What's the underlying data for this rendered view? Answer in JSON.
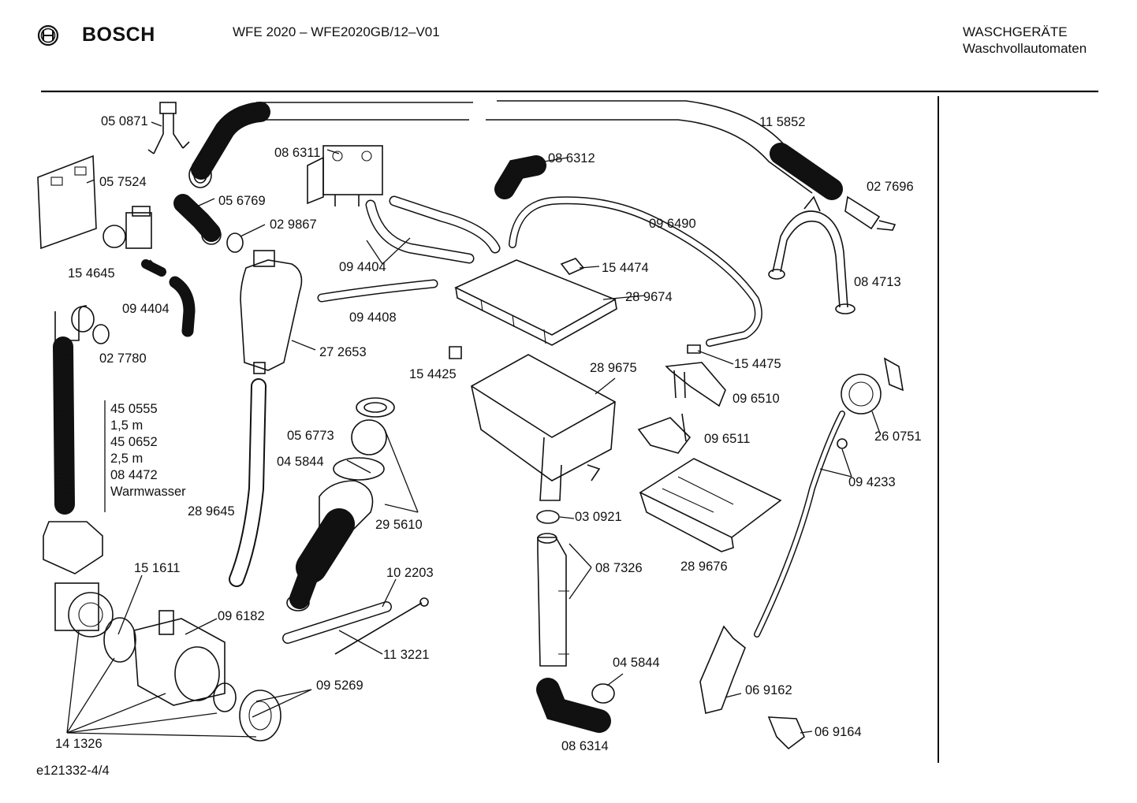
{
  "header": {
    "brand": "BOSCH",
    "model": "WFE 2020 – WFE2020GB/12–V01",
    "category": "WASCHGERÄTE",
    "subcategory": "Waschvollautomaten"
  },
  "footer": {
    "drawing_id": "e121332-4/4"
  },
  "parts": {
    "p050871": "05 0871",
    "p057524": "05 7524",
    "p154645": "15 4645",
    "p094404a": "09 4404",
    "p027780": "02 7780",
    "p450555": "45 0555",
    "p15m": "1,5 m",
    "p450652": "45 0652",
    "p25m": "2,5 m",
    "p084472": "08 4472",
    "pwarm": "Warmwasser",
    "p151611": "15 1611",
    "p141326": "14 1326",
    "p086311": "08 6311",
    "p056769": "05 6769",
    "p029867": "02 9867",
    "p094404b": "09 4404",
    "p094408": "09 4408",
    "p272653": "27 2653",
    "p289645": "28 9645",
    "p056773": "05 6773",
    "p045844a": "04 5844",
    "p295610": "29 5610",
    "p096182": "09 6182",
    "p095269": "09 5269",
    "p102203": "10 2203",
    "p113221": "11 3221",
    "p086312": "08 6312",
    "p115852": "11 5852",
    "p096490": "09 6490",
    "p154474": "15 4474",
    "p289674": "28 9674",
    "p154425": "15 4425",
    "p289675": "28 9675",
    "p030921": "03 0921",
    "p087326": "08 7326",
    "p045844b": "04 5844",
    "p086314": "08 6314",
    "p027696": "02 7696",
    "p084713": "08 4713",
    "p154475": "15 4475",
    "p096510": "09 6510",
    "p096511": "09 6511",
    "p289676": "28 9676",
    "p260751": "26 0751",
    "p094233": "09 4233",
    "p069162": "06 9162",
    "p069164": "06 9164"
  }
}
